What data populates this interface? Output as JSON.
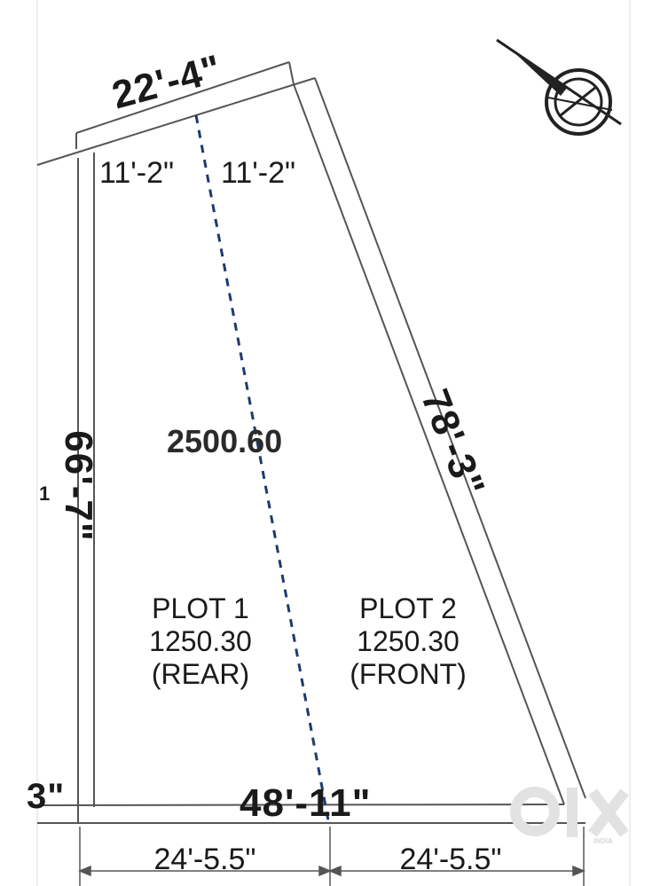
{
  "dimensions": {
    "top": "22'-4\"",
    "top_left_half": "11'-2\"",
    "top_right_half": "11'-2\"",
    "left_side": "66'-7\"",
    "right_side": "78'-3\"",
    "bottom": "48'-11\"",
    "bottom_left_half": "24'-5.5\"",
    "bottom_right_half": "24'-5.5\"",
    "left_cut_fragment": "3\"",
    "left_edge_fragment": "1"
  },
  "total_area": "2500.60",
  "plots": [
    {
      "name": "PLOT 1",
      "area": "1250.30",
      "position": "(REAR)"
    },
    {
      "name": "PLOT 2",
      "area": "1250.30",
      "position": "(FRONT)"
    }
  ],
  "watermark": "olx",
  "watermark_sub": "INDIA",
  "colors": {
    "boundary": "#555555",
    "divider": "#1e3a6e",
    "text": "#1a1a1a"
  },
  "icons": [
    "north-arrow-icon"
  ]
}
